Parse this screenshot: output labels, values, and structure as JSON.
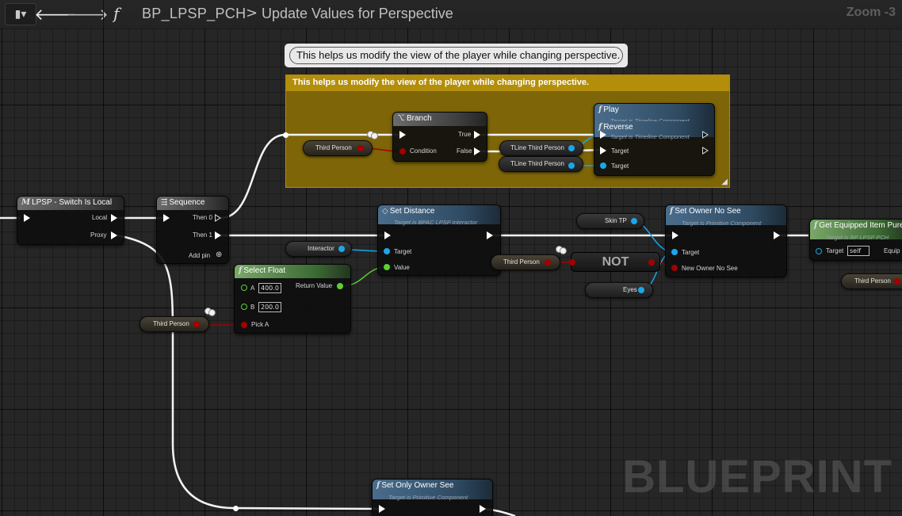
{
  "header": {
    "breadcrumb_blueprint": "BP_LPSP_PCH",
    "breadcrumb_separator": ">",
    "breadcrumb_function": "Update Values for Perspective",
    "function_glyph": "f",
    "zoom_label": "Zoom -3",
    "bookmark_glyph": "▮▾",
    "back_glyph": "🡐",
    "forward_glyph": "🡒"
  },
  "comment": {
    "bubble_text": "This helps us modify the view of the player while changing perspective.",
    "title": "This helps us modify the view of the player while changing perspective.",
    "color": "#7e6508"
  },
  "nodes": {
    "lpsp_switch": {
      "glyph": "M",
      "title": "LPSP - Switch Is Local",
      "pins": {
        "local": "Local",
        "proxy": "Proxy"
      }
    },
    "sequence": {
      "glyph": "⇶",
      "title": "Sequence",
      "pins": {
        "then0": "Then 0",
        "then1": "Then 1",
        "add_pin": "Add pin"
      }
    },
    "branch": {
      "glyph": "⌥",
      "title": "Branch",
      "pins": {
        "true": "True",
        "false": "False",
        "condition": "Condition"
      }
    },
    "play_reverse": {
      "title_play": "Play",
      "sub_play": "Target is Timeline Component",
      "title_reverse": "Reverse",
      "sub_reverse": "Target is Timeline Component",
      "pins": {
        "target_a": "Target",
        "target_b": "Target"
      }
    },
    "set_distance": {
      "title": "Set Distance",
      "subtitle": "Target is BPAC LPSP Interactor",
      "pins": {
        "target": "Target",
        "value": "Value"
      }
    },
    "select_float": {
      "title": "Select Float",
      "pins": {
        "a": "A",
        "a_value": "400.0",
        "b": "B",
        "b_value": "200.0",
        "pick_a": "Pick A",
        "return_value": "Return Value"
      }
    },
    "set_owner_no_see": {
      "title": "Set Owner No See",
      "subtitle": "Target is Primitive Component",
      "pins": {
        "target": "Target",
        "new_owner_no_see": "New Owner No See"
      }
    },
    "get_equipped_item": {
      "title": "Get Equipped Item Pure",
      "subtitle": "Target is BP LPSP PCH",
      "pins": {
        "target": "Target",
        "self": "self",
        "equipped": "Equip"
      }
    },
    "set_only_owner_see": {
      "title": "Set Only Owner See",
      "subtitle": "Target is Primitive Component"
    },
    "not": {
      "label": "NOT"
    }
  },
  "variables": {
    "third_person_branch": "Third Person",
    "tline_a": "TLine Third Person",
    "tline_b": "TLine Third Person",
    "interactor": "Interactor",
    "third_person_select": "Third Person",
    "skin_tp": "Skin TP",
    "third_person_not": "Third Person",
    "eyes": "Eyes",
    "third_person_right": "Third Person"
  },
  "watermark": "BLUEPRINT",
  "colors": {
    "exec": "#ffffff",
    "object_pin": "#1aa7e8",
    "bool_pin": "#a30000",
    "float_pin": "#5bd12f",
    "function_header": "#4a6d8c",
    "pure_header": "#7aa86a"
  }
}
